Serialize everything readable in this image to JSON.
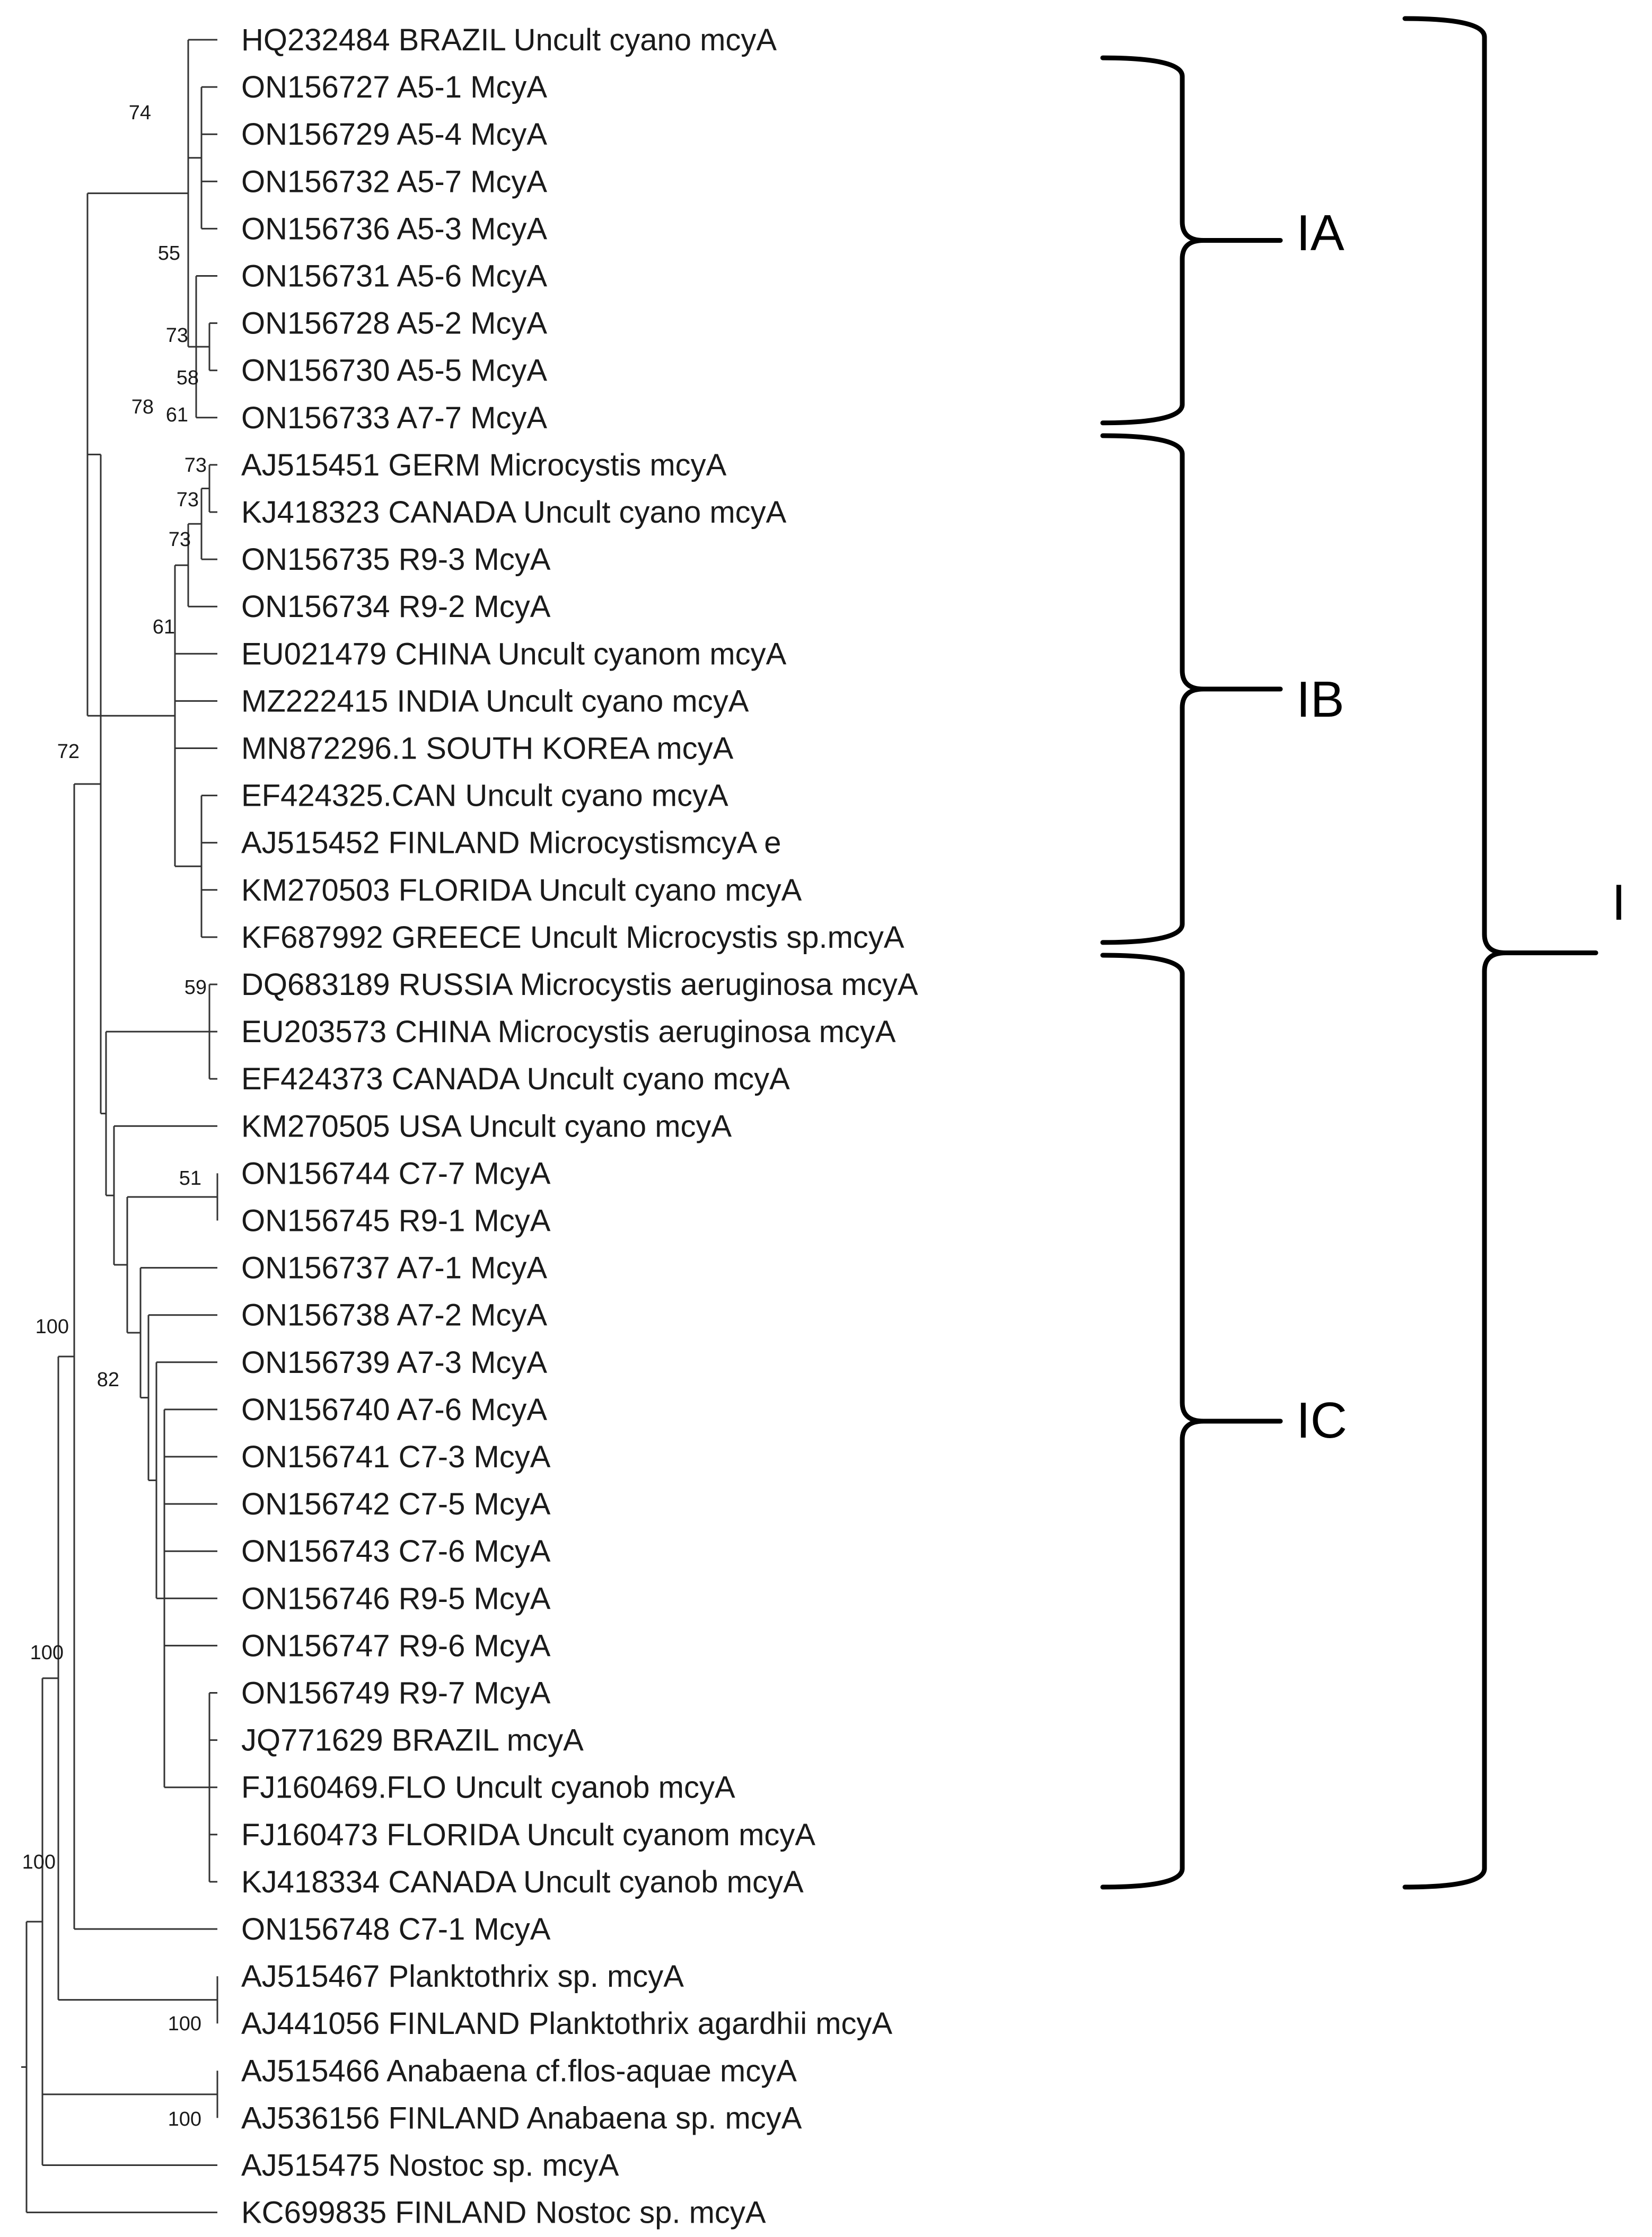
{
  "figure": {
    "leaves": [
      "HQ232484 BRAZIL Uncult cyano mcyA",
      "ON156727 A5-1 McyA",
      "ON156729 A5-4 McyA",
      "ON156732 A5-7 McyA",
      "ON156736 A5-3 McyA",
      "ON156731 A5-6 McyA",
      "ON156728 A5-2 McyA",
      "ON156730 A5-5 McyA",
      "ON156733 A7-7 McyA",
      "AJ515451 GERM Microcystis mcyA",
      "KJ418323 CANADA Uncult cyano mcyA",
      "ON156735 R9-3 McyA",
      "ON156734 R9-2 McyA",
      "EU021479 CHINA Uncult cyanom mcyA",
      "MZ222415 INDIA Uncult cyano mcyA",
      "MN872296.1 SOUTH KOREA mcyA",
      "EF424325.CAN Uncult cyano mcyA",
      "AJ515452 FINLAND MicrocystismcyA e",
      "KM270503 FLORIDA Uncult cyano mcyA",
      "KF687992 GREECE Uncult Microcystis sp.mcyA",
      "DQ683189 RUSSIA Microcystis aeruginosa mcyA",
      "EU203573 CHINA Microcystis aeruginosa mcyA",
      "EF424373 CANADA Uncult cyano mcyA",
      "KM270505 USA Uncult cyano mcyA",
      "ON156744 C7-7 McyA",
      "ON156745 R9-1 McyA",
      "ON156737 A7-1 McyA",
      "ON156738 A7-2 McyA",
      "ON156739 A7-3 McyA",
      "ON156740 A7-6 McyA",
      "ON156741 C7-3 McyA",
      "ON156742 C7-5 McyA",
      "ON156743 C7-6 McyA",
      "ON156746 R9-5 McyA",
      "ON156747 R9-6 McyA",
      "ON156749 R9-7 McyA",
      "JQ771629 BRAZIL mcyA",
      "FJ160469.FLO Uncult cyanob mcyA",
      "FJ160473 FLORIDA Uncult cyanom mcyA",
      "KJ418334 CANADA Uncult cyanob mcyA",
      "ON156748 C7-1 McyA",
      "AJ515467 Planktothrix sp. mcyA",
      "AJ441056 FINLAND Planktothrix agardhii mcyA",
      "AJ515466 Anabaena cf.flos-aquae mcyA",
      "AJ536156 FINLAND Anabaena sp. mcyA",
      "AJ515475 Nostoc sp. mcyA",
      "KC699835 FINLAND Nostoc sp. mcyA"
    ],
    "bootstrap_values": [
      "74",
      "55",
      "73",
      "58",
      "61",
      "78",
      "73",
      "73",
      "73",
      "61",
      "72",
      "59",
      "51",
      "82",
      "100",
      "100",
      "100",
      "100",
      "100"
    ],
    "clades": [
      {
        "label": "IA",
        "first_leaf": 1,
        "last_leaf": 8
      },
      {
        "label": "IB",
        "first_leaf": 9,
        "last_leaf": 19
      },
      {
        "label": "IC",
        "first_leaf": 20,
        "last_leaf": 39
      },
      {
        "label": "I",
        "first_leaf": 0,
        "last_leaf": 39
      }
    ]
  }
}
